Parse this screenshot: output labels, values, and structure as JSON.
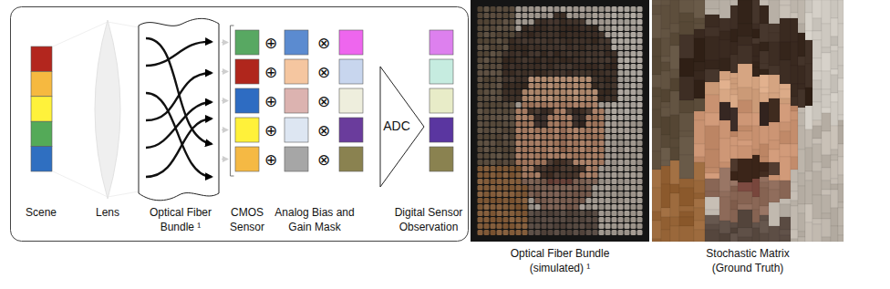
{
  "diagram": {
    "nodes": [
      {
        "text": [
          "ADC"
        ]
      }
    ],
    "labels": [
      "Scene",
      "Lens",
      "Optical Fiber Bundle ¹",
      "CMOS Sensor",
      "Analog Bias and Gain Mask",
      "Digital Sensor Observation",
      "⊕",
      "⊕",
      "⊕",
      "⊕",
      "⊕",
      "⊗",
      "⊗",
      "⊗",
      "⊗",
      "⊗",
      "Optical Fiber Bundle (simulated) ¹",
      "Stochastic Matrix (Ground Truth)"
    ]
  }
}
